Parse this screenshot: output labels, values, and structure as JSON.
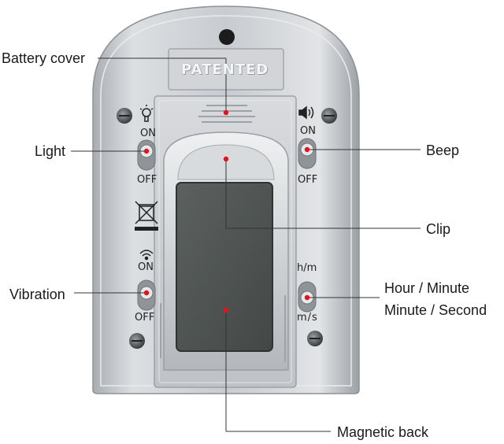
{
  "labels": {
    "battery_cover": "Battery cover",
    "light": "Light",
    "beep": "Beep",
    "clip": "Clip",
    "vibration": "Vibration",
    "hour_minute": "Hour / Minute",
    "minute_second": "Minute / Second",
    "magnetic_back": "Magnetic back"
  },
  "device_text": {
    "patented": "PATENTED",
    "light_on": "ON",
    "light_off": "OFF",
    "beep_on": "ON",
    "beep_off": "OFF",
    "vibration_on": "ON",
    "vibration_off": "OFF",
    "time_top": "h/m",
    "time_bottom": "m/s"
  },
  "icons": [
    "light-bulb-icon",
    "speaker-icon",
    "recycle-bin-crossed-icon",
    "wifi-vibration-icon"
  ],
  "colors": {
    "housing": "#c9ccd0",
    "housing_dark": "#9ea3a8",
    "magnet": "#505553",
    "pointer": "#e0141e",
    "leader": "#333333"
  }
}
